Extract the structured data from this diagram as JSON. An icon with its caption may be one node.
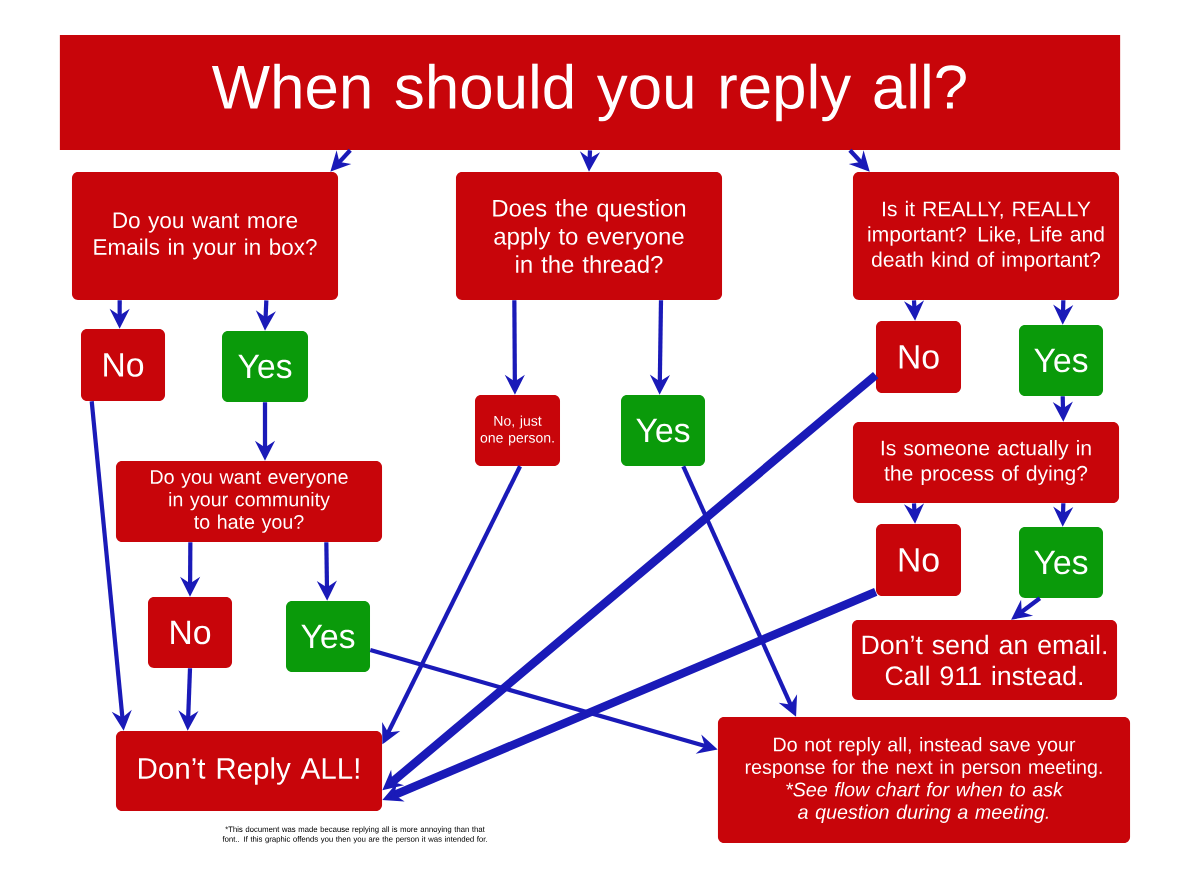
{
  "diagram": {
    "nodes": [
      {
        "text": [
          "When should you reply all?"
        ]
      },
      {
        "text": [
          "Do you want more Emails in your in box?"
        ]
      },
      {
        "text": [
          "Does the question apply to everyone in the thread?"
        ]
      },
      {
        "text": [
          "Is it REALLY, REALLY important?  Like, Life and death kind of important?"
        ]
      },
      {
        "text": [
          "No"
        ]
      },
      {
        "text": [
          "Yes"
        ]
      },
      {
        "text": [
          "No, just one person."
        ]
      },
      {
        "text": [
          "Yes"
        ]
      },
      {
        "text": [
          "No"
        ]
      },
      {
        "text": [
          "Yes"
        ]
      },
      {
        "text": [
          "Do you want everyone in your community to hate you?"
        ]
      },
      {
        "text": [
          "Is someone actually in the process of dying?"
        ]
      },
      {
        "text": [
          "No"
        ]
      },
      {
        "text": [
          "Yes"
        ]
      },
      {
        "text": [
          "No"
        ]
      },
      {
        "text": [
          "Yes"
        ]
      },
      {
        "text": [
          "Don’t send an email. Call 911 instead."
        ]
      },
      {
        "text": [
          "Don’t Reply ALL!"
        ]
      },
      {
        "text": [
          "Do not reply all, instead save your response for the next in person meeting.",
          "*See flow chart for when to ask a question during a meeting."
        ]
      }
    ],
    "edges": [
      {
        "from": 0,
        "to": 1,
        "arrow": "to"
      },
      {
        "from": 0,
        "to": 2,
        "arrow": "to"
      },
      {
        "from": 0,
        "to": 3,
        "arrow": "to"
      },
      {
        "from": 1,
        "to": 4,
        "arrow": "to"
      },
      {
        "from": 1,
        "to": 5,
        "arrow": "to"
      },
      {
        "from": 2,
        "to": 6,
        "arrow": "to"
      },
      {
        "from": 2,
        "to": 7,
        "arrow": "to"
      },
      {
        "from": 3,
        "to": 8,
        "arrow": "to"
      },
      {
        "from": 3,
        "to": 9,
        "arrow": "to"
      },
      {
        "from": 5,
        "to": 10,
        "arrow": "to"
      },
      {
        "from": 9,
        "to": 11,
        "arrow": "to"
      },
      {
        "from": 10,
        "to": 12,
        "arrow": "to"
      },
      {
        "from": 10,
        "to": 13,
        "arrow": "to"
      },
      {
        "from": 11,
        "to": 14,
        "arrow": "to"
      },
      {
        "from": 11,
        "to": 15,
        "arrow": "to"
      },
      {
        "from": 15,
        "to": 16,
        "arrow": "to"
      },
      {
        "from": 4,
        "to": 17,
        "arrow": "to"
      },
      {
        "from": 12,
        "to": 17,
        "arrow": "to"
      },
      {
        "from": 6,
        "to": 17,
        "arrow": "to"
      },
      {
        "from": 8,
        "to": 17,
        "arrow": "to",
        "style": "thick"
      },
      {
        "from": 14,
        "to": 17,
        "arrow": "to",
        "style": "thick"
      },
      {
        "from": 13,
        "to": 18,
        "arrow": "to"
      },
      {
        "from": 7,
        "to": 18,
        "arrow": "to"
      }
    ],
    "labels": [
      "*This document was made because replying all is more annoying than that font..  If this graphic offends you then you are the person it was intended for."
    ]
  }
}
